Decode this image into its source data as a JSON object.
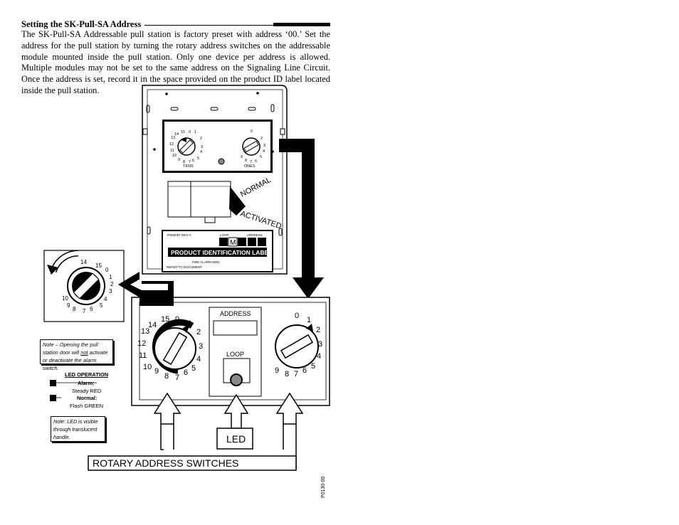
{
  "document": {
    "heading": "Setting the SK-Pull-SA Address",
    "body": "The SK-Pull-SA Addressable pull station is factory preset with address ‘00.’ Set the address for the pull station by turning the rotary address switches on the addressable module mounted inside the pull station. Only one device per address is allowed. Multiple modules may not be set to the same address on the Signaling Line Circuit. Once the address is set, record it in the space provided on the product ID label located inside the pull station."
  },
  "module_top": {
    "tens_label": "TENS",
    "ones_label": "ONES",
    "normal_label": "NORMAL",
    "activated_label": "ACTIVATED",
    "label_part_no": "PN50097 REV-A",
    "label_loop": "LOOP",
    "label_address": "ADDRESS",
    "label_m": "M",
    "label_title": "PRODUCT IDENTIFICATION LABEL",
    "label_line1": "FIRE ALARM MOD",
    "label_line2": "REFER TO DOCUMENT"
  },
  "detail": {
    "address_label": "ADDRESS",
    "loop_label": "LOOP",
    "led_callout": "LED",
    "rotary_callout": "ROTARY ADDRESS SWITCHES",
    "tens_dial_numbers": [
      "15",
      "0",
      "1",
      "2",
      "3",
      "4",
      "5",
      "6",
      "7",
      "8",
      "9",
      "10",
      "11",
      "12",
      "13",
      "14"
    ],
    "ones_dial_numbers": [
      "0",
      "1",
      "2",
      "3",
      "4",
      "5",
      "6",
      "7",
      "8",
      "9"
    ]
  },
  "notes": {
    "door_note_pre": "Note – Opening the pull station door will ",
    "door_note_not": "not",
    "door_note_post": " activate or deactivate the alarm switch.",
    "led_operation_title": "LED OPERATION",
    "alarm_label": "Alarm:",
    "alarm_value": "Steady RED",
    "normal_label": "Normal:",
    "normal_value": "Flash GREEN",
    "led_note": "Note: LED is visible through translucent handle."
  },
  "figure_id": "P0130-00"
}
